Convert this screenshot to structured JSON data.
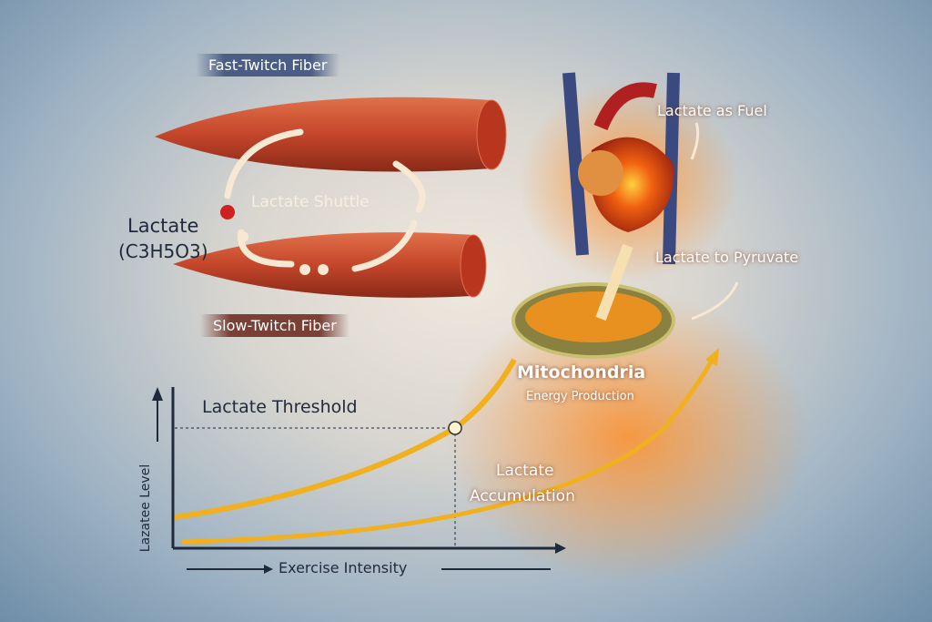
{
  "muscle": {
    "fast_twitch": "Fast-Twitch Fiber",
    "slow_twitch": "Slow-Twitch Fiber",
    "shuttle": "Lactate Shuttle",
    "lactate": "Lactate",
    "formula": "(C3H5O3)"
  },
  "heart": {
    "fuel": "Lactate as Fuel",
    "pyruvate": "Lactate to Pyruvate"
  },
  "mito": {
    "title": "Mitochondria",
    "subtitle": "Energy Production"
  },
  "graph": {
    "threshold": "Lactate Threshold",
    "ylabel": "Lazatee Level",
    "xlabel": "Exercise Intensity",
    "accumulation_1": "Lactate",
    "accumulation_2": "Accumulation"
  },
  "colors": {
    "arrow": "#f0b020",
    "muscle": "#c4462a",
    "banner": "#4a5d86"
  }
}
